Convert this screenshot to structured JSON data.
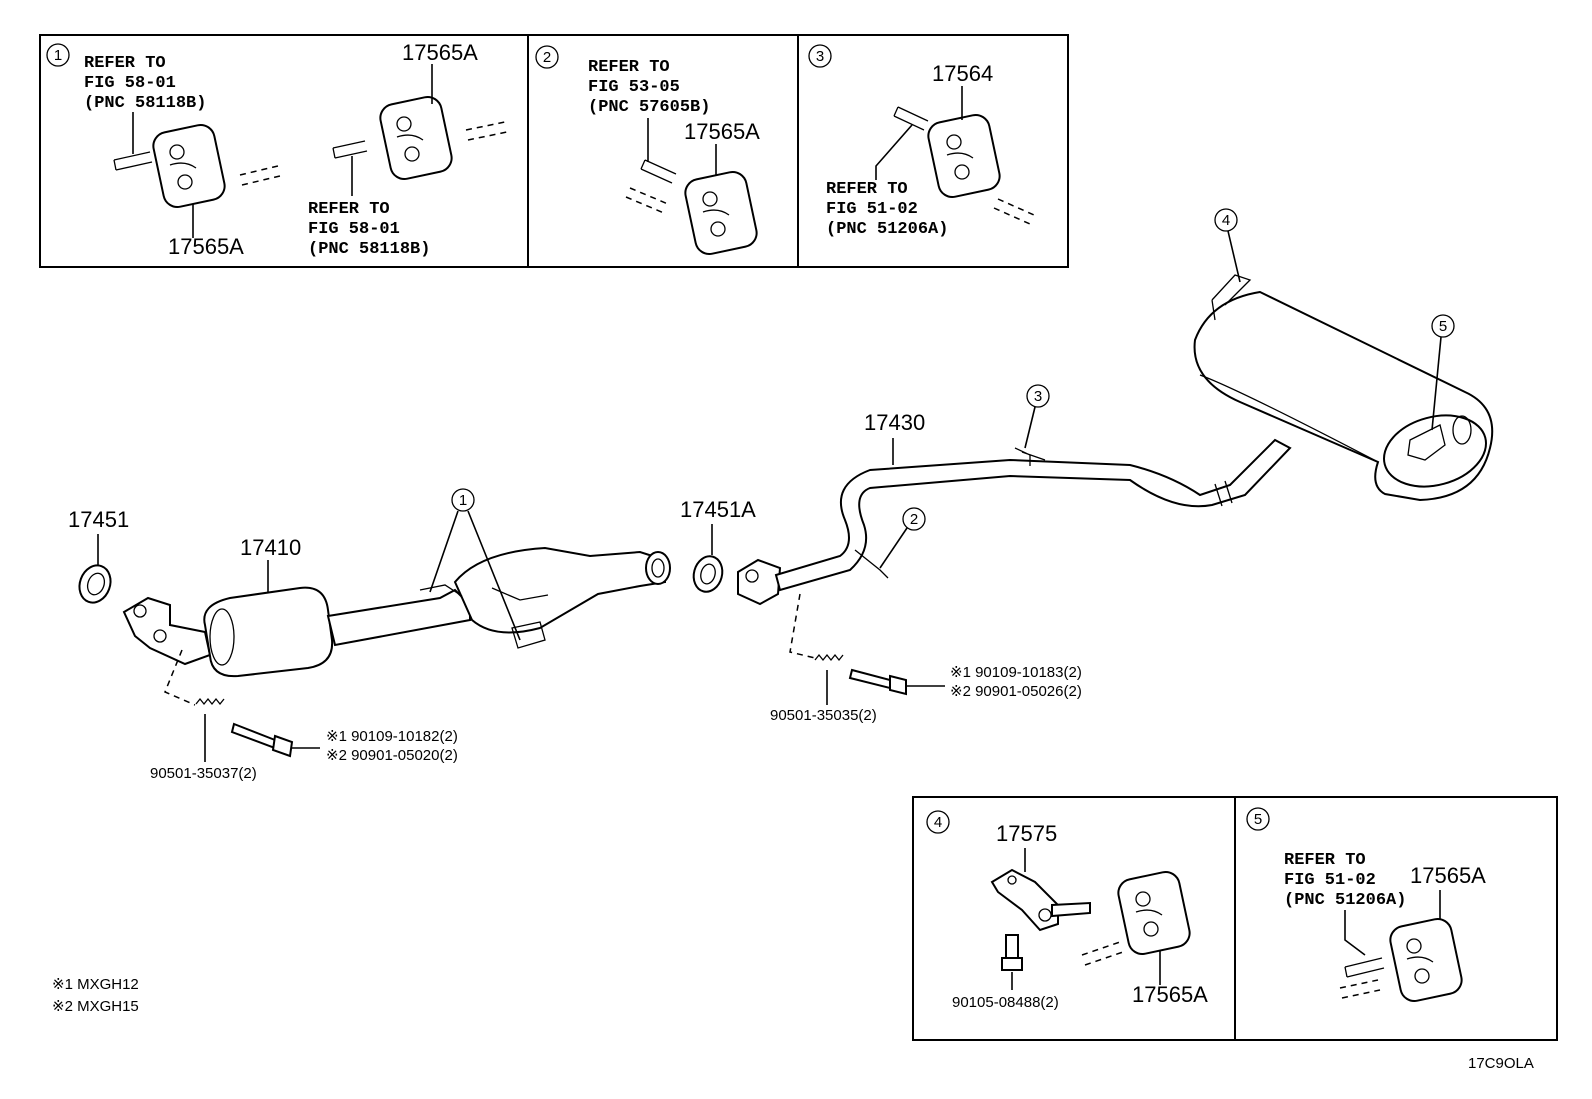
{
  "inset1": {
    "index": "1",
    "refer_top": [
      "REFER TO",
      "FIG 58-01",
      "(PNC 58118B)"
    ],
    "refer_bottom": [
      "REFER TO",
      "FIG 58-01",
      "(PNC 58118B)"
    ],
    "part_top": "17565A",
    "part_bottom": "17565A"
  },
  "inset2": {
    "index": "2",
    "refer": [
      "REFER TO",
      "FIG 53-05",
      "(PNC 57605B)"
    ],
    "part": "17565A"
  },
  "inset3": {
    "index": "3",
    "part": "17564",
    "refer": [
      "REFER TO",
      "FIG 51-02",
      "(PNC 51206A)"
    ]
  },
  "inset4": {
    "index": "4",
    "part_bracket": "17575",
    "part_bolt": "90105-08488(2)",
    "part_hanger": "17565A"
  },
  "inset5": {
    "index": "5",
    "refer": [
      "REFER TO",
      "FIG 51-02",
      "(PNC 51206A)"
    ],
    "part": "17565A"
  },
  "main": {
    "gasket_front": "17451",
    "front_pipe": "17410",
    "gasket_center": "17451A",
    "tail_pipe": "17430",
    "callouts": [
      "1",
      "2",
      "3",
      "4",
      "5"
    ],
    "front_spring": "90501-35037(2)",
    "front_bolt_1": "※1  90109-10182(2)",
    "front_bolt_2": "※2  90901-05020(2)",
    "rear_spring": "90501-35035(2)",
    "rear_bolt_1": "※1  90109-10183(2)",
    "rear_bolt_2": "※2  90901-05026(2)"
  },
  "notes": [
    "※1  MXGH12",
    "※2  MXGH15"
  ],
  "figure_code": "17C9OLA"
}
